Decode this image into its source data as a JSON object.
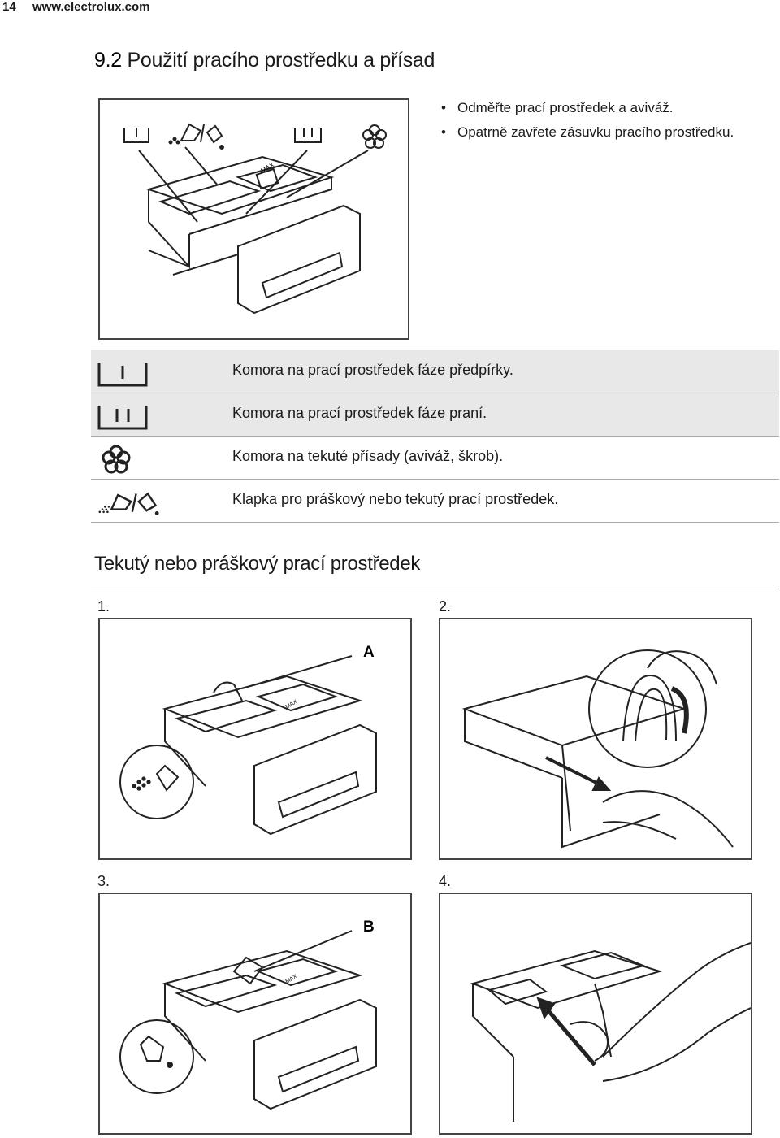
{
  "header": {
    "page_number": "14",
    "site": "www.electrolux.com"
  },
  "section": {
    "number": "9.2",
    "title": "Použití pracího prostředku a přísad"
  },
  "bullets": [
    "Odměřte prací prostředek a aviváž.",
    "Opatrně zavřete zásuvku pracího prostředku."
  ],
  "legend": [
    {
      "icon": "prewash-compartment-icon",
      "text": "Komora na prací prostředek fáze předpírky."
    },
    {
      "icon": "wash-compartment-icon",
      "text": "Komora na prací prostředek fáze praní."
    },
    {
      "icon": "flower-icon",
      "text": "Komora na tekuté přísady (aviváž, škrob)."
    },
    {
      "icon": "powder-liquid-flap-icon",
      "text": "Klapka pro práškový nebo tekutý prací prostředek."
    }
  ],
  "subsection": {
    "title": "Tekutý nebo práškový prací prostředek"
  },
  "steps": [
    {
      "number": "1.",
      "callout": "A"
    },
    {
      "number": "2.",
      "callout": ""
    },
    {
      "number": "3.",
      "callout": "B"
    },
    {
      "number": "4.",
      "callout": ""
    }
  ],
  "drawer": {
    "max_label": "MAX"
  }
}
